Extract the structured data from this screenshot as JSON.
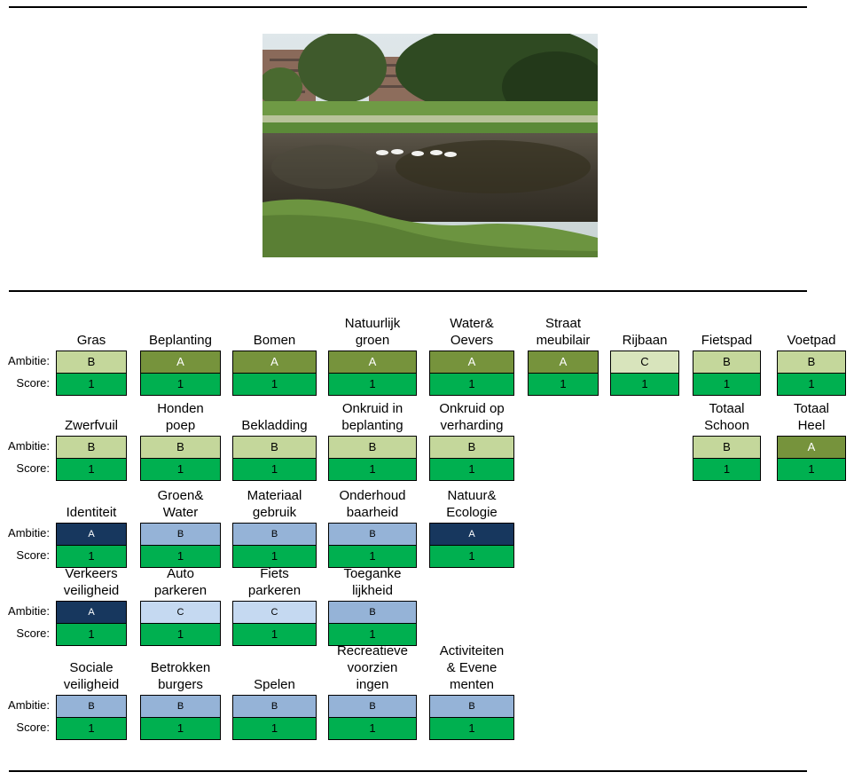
{
  "colors": {
    "green_light": "#c4d79b",
    "green_dark": "#76933c",
    "green_pale": "#d8e4bc",
    "score_green": "#00b050",
    "navy": "#17375e",
    "blue_mid": "#95b3d7",
    "blue_light": "#c5d9f1"
  },
  "labels": {
    "ambitie": "Ambitie:",
    "score": "Score:"
  },
  "rows": [
    {
      "items": [
        {
          "title": "Gras",
          "ambitie": "B",
          "score": "1",
          "color": "#c4d79b",
          "text": "#000"
        },
        {
          "title": "Beplanting",
          "ambitie": "A",
          "score": "1",
          "color": "#76933c",
          "text": "#fff"
        },
        {
          "title": "Bomen",
          "ambitie": "A",
          "score": "1",
          "color": "#76933c",
          "text": "#fff"
        },
        {
          "title": "Natuurlijk\ngroen",
          "ambitie": "A",
          "score": "1",
          "color": "#76933c",
          "text": "#fff"
        },
        {
          "title": "Water&\nOevers",
          "ambitie": "A",
          "score": "1",
          "color": "#76933c",
          "text": "#fff"
        },
        {
          "title": "Straat\nmeubilair",
          "ambitie": "A",
          "score": "1",
          "color": "#76933c",
          "text": "#fff"
        },
        {
          "title": "Rijbaan",
          "ambitie": "C",
          "score": "1",
          "color": "#d8e4bc",
          "text": "#000"
        },
        {
          "title": "Fietspad",
          "ambitie": "B",
          "score": "1",
          "color": "#c4d79b",
          "text": "#000"
        },
        {
          "title": "Voetpad",
          "ambitie": "B",
          "score": "1",
          "color": "#c4d79b",
          "text": "#000"
        }
      ]
    },
    {
      "items": [
        {
          "title": "Zwerfvuil",
          "ambitie": "B",
          "score": "1",
          "color": "#c4d79b",
          "text": "#000"
        },
        {
          "title": "Honden\npoep",
          "ambitie": "B",
          "score": "1",
          "color": "#c4d79b",
          "text": "#000"
        },
        {
          "title": "Bekladding",
          "ambitie": "B",
          "score": "1",
          "color": "#c4d79b",
          "text": "#000"
        },
        {
          "title": "Onkruid in\nbeplanting",
          "ambitie": "B",
          "score": "1",
          "color": "#c4d79b",
          "text": "#000"
        },
        {
          "title": "Onkruid op\nverharding",
          "ambitie": "B",
          "score": "1",
          "color": "#c4d79b",
          "text": "#000"
        },
        {
          "title": "Totaal\nSchoon",
          "ambitie": "B",
          "score": "1",
          "color": "#c4d79b",
          "text": "#000"
        },
        {
          "title": "Totaal\nHeel",
          "ambitie": "A",
          "score": "1",
          "color": "#76933c",
          "text": "#fff"
        }
      ]
    },
    {
      "items": [
        {
          "title": "Identiteit",
          "ambitie": "A",
          "score": "1",
          "color": "#17375e",
          "text": "#fff"
        },
        {
          "title": "Groen&\nWater",
          "ambitie": "B",
          "score": "1",
          "color": "#95b3d7",
          "text": "#000"
        },
        {
          "title": "Materiaal\ngebruik",
          "ambitie": "B",
          "score": "1",
          "color": "#95b3d7",
          "text": "#000"
        },
        {
          "title": "Onderhoud\nbaarheid",
          "ambitie": "B",
          "score": "1",
          "color": "#95b3d7",
          "text": "#000"
        },
        {
          "title": "Natuur&\nEcologie",
          "ambitie": "A",
          "score": "1",
          "color": "#17375e",
          "text": "#fff"
        }
      ]
    },
    {
      "items": [
        {
          "title": "Verkeers\nveiligheid",
          "ambitie": "A",
          "score": "1",
          "color": "#17375e",
          "text": "#fff"
        },
        {
          "title": "Auto\nparkeren",
          "ambitie": "C",
          "score": "1",
          "color": "#c5d9f1",
          "text": "#000"
        },
        {
          "title": "Fiets\nparkeren",
          "ambitie": "C",
          "score": "1",
          "color": "#c5d9f1",
          "text": "#000"
        },
        {
          "title": "Toeganke\nlijkheid",
          "ambitie": "B",
          "score": "1",
          "color": "#95b3d7",
          "text": "#000"
        }
      ]
    },
    {
      "items": [
        {
          "title": "Sociale\nveiligheid",
          "ambitie": "B",
          "score": "1",
          "color": "#95b3d7",
          "text": "#000"
        },
        {
          "title": "Betrokken\nburgers",
          "ambitie": "B",
          "score": "1",
          "color": "#95b3d7",
          "text": "#000"
        },
        {
          "title": "Spelen",
          "ambitie": "B",
          "score": "1",
          "color": "#95b3d7",
          "text": "#000"
        },
        {
          "title": "Recreatieve\nvoorzien\ningen",
          "ambitie": "B",
          "score": "1",
          "color": "#95b3d7",
          "text": "#000"
        },
        {
          "title": "Activiteiten\n& Evene\nmenten",
          "ambitie": "B",
          "score": "1",
          "color": "#95b3d7",
          "text": "#000"
        }
      ]
    }
  ]
}
